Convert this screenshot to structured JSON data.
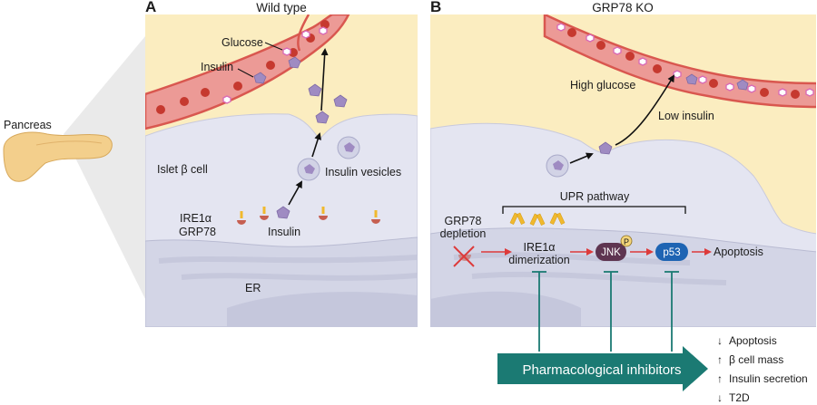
{
  "organ": {
    "label": "Pancreas"
  },
  "panel_a": {
    "letter": "A",
    "title": "Wild type",
    "labels": {
      "glucose": "Glucose",
      "insulin_blood": "Insulin",
      "islet_cell": "Islet β cell",
      "insulin_vesicles": "Insulin vesicles",
      "ire1a": "IRE1α",
      "grp78": "GRP78",
      "insulin_er": "Insulin",
      "er": "ER"
    }
  },
  "panel_b": {
    "letter": "B",
    "title": "GRP78 KO",
    "labels": {
      "high_glucose": "High glucose",
      "low_insulin": "Low insulin",
      "upr_pathway": "UPR pathway",
      "grp78_depletion_1": "GRP78",
      "grp78_depletion_2": "depletion",
      "ire1a_dimer_1": "IRE1α",
      "ire1a_dimer_2": "dimerization",
      "jnk": "JNK",
      "phospho": "P",
      "p53": "p53",
      "apoptosis": "Apoptosis"
    }
  },
  "inhibitors": {
    "label": "Pharmacological inhibitors"
  },
  "outcomes": [
    {
      "arrow": "↓",
      "text": "Apoptosis"
    },
    {
      "arrow": "↑",
      "text": "β cell mass"
    },
    {
      "arrow": "↑",
      "text": "Insulin secretion"
    },
    {
      "arrow": "↓",
      "text": "T2D"
    }
  ],
  "colors": {
    "cytoplasm": "#fbedc0",
    "cell": "#e4e5f1",
    "er": "#d3d5e6",
    "vessel": "#ec9a96",
    "vessel_wall": "#d9574f",
    "rbc": "#c6392f",
    "insulin": "#9f8bc2",
    "inhibitor": "#1b7a73",
    "jnk": "#5e3450",
    "p53": "#1e64b3",
    "stress_arrow": "#dd3a3a"
  }
}
